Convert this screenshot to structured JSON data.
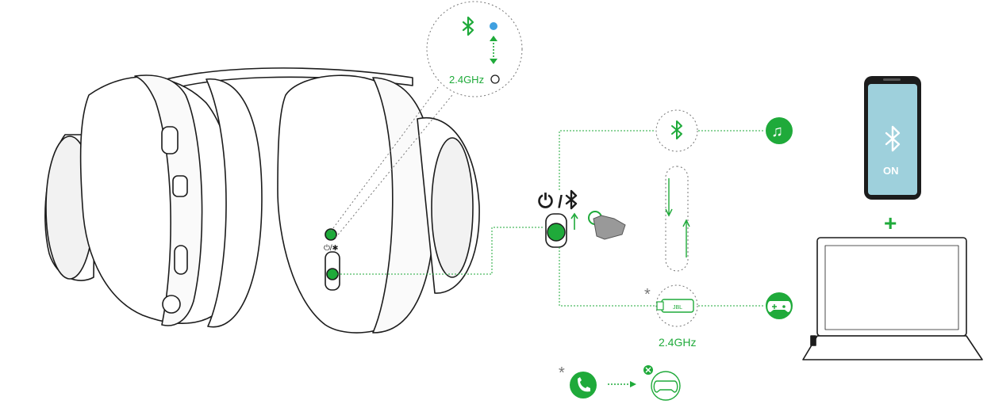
{
  "callout": {
    "bluetooth_icon": "bluetooth-icon",
    "led_bluetooth_color": "#3fa0e0",
    "led_24_color": "#ffffff",
    "label_24": "2.4GHz"
  },
  "switch": {
    "power_icon": "power-icon",
    "separator": "/",
    "bluetooth_icon": "bluetooth-icon",
    "slide_hand_icon": "hand-pointer-icon"
  },
  "flow": {
    "bluetooth_node_icon": "bluetooth-icon",
    "dongle_icon": "usb-dongle-icon",
    "dongle_text": "JBL",
    "dongle_label": "2.4GHz",
    "dongle_asterisk": "*",
    "music_icon": "music-note-icon",
    "game_icon": "gamepad-icon"
  },
  "devices": {
    "phone_bt_icon": "bluetooth-icon",
    "phone_label": "ON",
    "plus": "+",
    "laptop_icon": "laptop-icon"
  },
  "footnote": {
    "asterisk": "*",
    "call_icon": "phone-call-icon",
    "muted_icon": "cross-icon",
    "game_icon": "gamepad-icon"
  },
  "colors": {
    "green": "#1faa3a",
    "line": "#1c1c1c",
    "phone_screen": "#9ed0dc",
    "grey": "#777777"
  }
}
